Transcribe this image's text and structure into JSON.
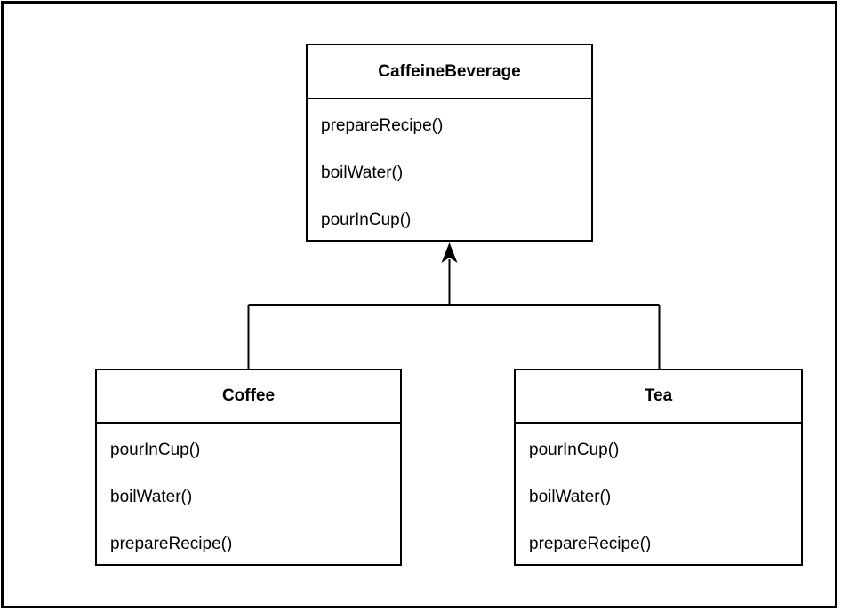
{
  "diagram": {
    "type": "uml-class-diagram",
    "colors": {
      "background": "#ffffff",
      "stroke": "#000000",
      "text": "#000000"
    },
    "classes": [
      {
        "name": "CaffeineBeverage",
        "methods": [
          "prepareRecipe()",
          "boilWater()",
          "pourInCup()"
        ]
      },
      {
        "name": "Coffee",
        "methods": [
          "pourInCup()",
          "boilWater()",
          "prepareRecipe()"
        ]
      },
      {
        "name": "Tea",
        "methods": [
          "pourInCup()",
          "boilWater()",
          "prepareRecipe()"
        ]
      }
    ],
    "relationships": [
      {
        "from": "Coffee",
        "to": "CaffeineBeverage",
        "type": "inheritance"
      },
      {
        "from": "Tea",
        "to": "CaffeineBeverage",
        "type": "inheritance"
      }
    ]
  }
}
